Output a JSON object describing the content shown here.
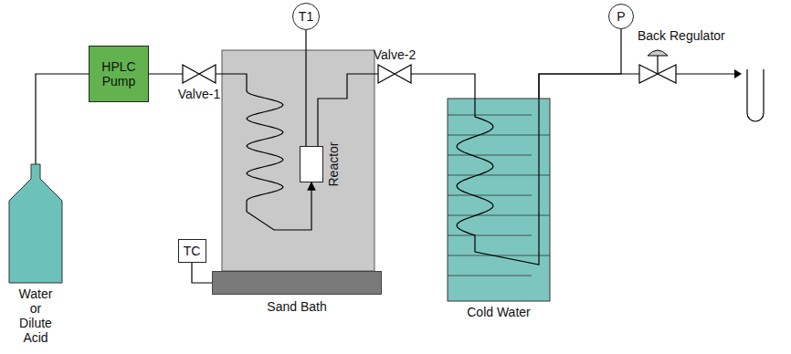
{
  "diagram": {
    "nodes": [
      {
        "text": [
          "Water or Dilute Acid"
        ]
      },
      {
        "text": [
          "HPLC Pump"
        ]
      },
      {
        "text": [
          "Valve-1"
        ]
      },
      {
        "text": [
          "T1"
        ]
      },
      {
        "text": [
          "Reactor"
        ]
      },
      {
        "text": [
          "Valve-2"
        ]
      },
      {
        "text": [
          "TC"
        ]
      },
      {
        "text": [
          "Sand Bath"
        ]
      },
      {
        "text": [
          "Cold Water"
        ]
      },
      {
        "text": [
          "P"
        ]
      },
      {
        "text": [
          "Back Regulator"
        ]
      }
    ],
    "edges": [
      {
        "from": 0,
        "to": 1,
        "arrow": "none"
      },
      {
        "from": 1,
        "to": 2,
        "arrow": "none"
      },
      {
        "from": 2,
        "to": 4,
        "arrow": "to"
      },
      {
        "from": 4,
        "to": 3,
        "arrow": "none"
      },
      {
        "from": 4,
        "to": 5,
        "arrow": "none"
      },
      {
        "from": 5,
        "to": 8,
        "arrow": "none"
      },
      {
        "from": 8,
        "to": 10,
        "arrow": "none"
      },
      {
        "from": 8,
        "to": 9,
        "arrow": "none"
      },
      {
        "from": 6,
        "to": 7,
        "arrow": "none"
      }
    ]
  }
}
